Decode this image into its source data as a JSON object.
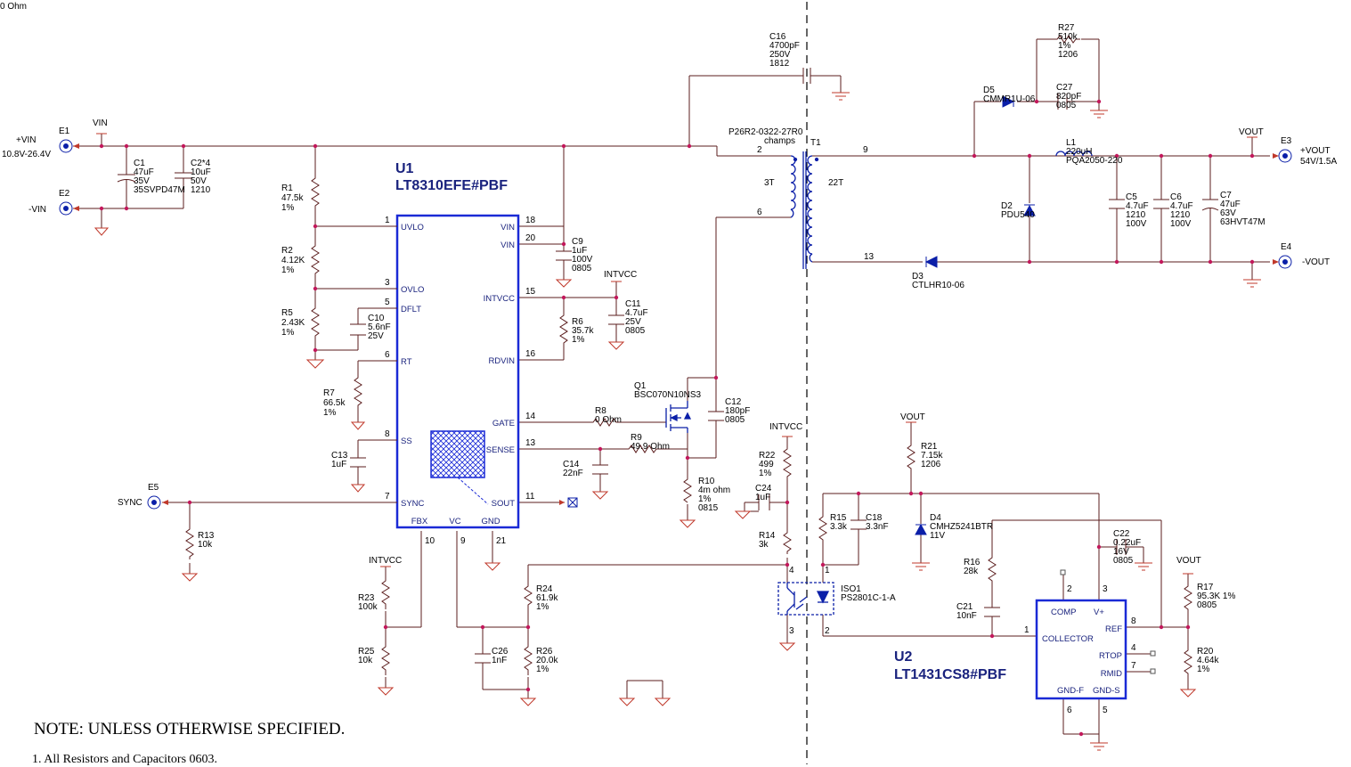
{
  "u1": {
    "ref": "U1",
    "part": "LT8310EFE#PBF",
    "left_pins": [
      {
        "num": "1",
        "name": "UVLO"
      },
      {
        "num": "3",
        "name": "OVLO"
      },
      {
        "num": "5",
        "name": "DFLT"
      },
      {
        "num": "6",
        "name": "RT"
      },
      {
        "num": "8",
        "name": "SS"
      },
      {
        "num": "7",
        "name": "SYNC"
      }
    ],
    "right_pins": [
      {
        "num": "18",
        "name": "VIN"
      },
      {
        "num": "20",
        "name": "VIN"
      },
      {
        "num": "15",
        "name": "INTVCC"
      },
      {
        "num": "16",
        "name": "RDVIN"
      },
      {
        "num": "14",
        "name": "GATE"
      },
      {
        "num": "13",
        "name": "SENSE"
      },
      {
        "num": "11",
        "name": "SOUT"
      }
    ],
    "bottom_pins": [
      {
        "num": "10",
        "name": "FBX"
      },
      {
        "num": "9",
        "name": "VC"
      },
      {
        "num": "21",
        "name": "GND"
      }
    ]
  },
  "u2": {
    "ref": "U2",
    "part": "LT1431CS8#PBF",
    "pins": [
      {
        "num": "2",
        "name": "COMP"
      },
      {
        "num": "3",
        "name": "V+"
      },
      {
        "num": "1",
        "name": "COLLECTOR"
      },
      {
        "num": "8",
        "name": "REF"
      },
      {
        "num": "4",
        "name": "RTOP"
      },
      {
        "num": "7",
        "name": "RMID"
      },
      {
        "num": "6",
        "name": "GND-F"
      },
      {
        "num": "5",
        "name": "GND-S"
      }
    ]
  },
  "terminals": {
    "e1": {
      "ref": "E1",
      "label": "+VIN",
      "sub": "10.8V-26.4V"
    },
    "e2": {
      "ref": "E2",
      "label": "-VIN"
    },
    "e3": {
      "ref": "E3",
      "label": "+VOUT",
      "sub": "54V/1.5A"
    },
    "e4": {
      "ref": "E4",
      "label": "-VOUT"
    },
    "e5": {
      "ref": "E5",
      "label": "SYNC"
    }
  },
  "nets": {
    "vin": "VIN",
    "vout1": "VOUT",
    "vout2": "VOUT",
    "vout3": "VOUT",
    "intvcc1": "INTVCC",
    "intvcc2": "INTVCC",
    "intvcc3": "INTVCC"
  },
  "components": {
    "c1": [
      "C1",
      "47uF",
      "35V",
      "35SVPD47M"
    ],
    "c2": [
      "C2*4",
      "10uF",
      "50V",
      "1210"
    ],
    "r1": [
      "R1",
      "47.5k",
      "1%"
    ],
    "r2": [
      "R2",
      "4.12K",
      "1%"
    ],
    "r5": [
      "R5",
      "2.43K",
      "1%"
    ],
    "c10": [
      "C10",
      "5.6nF",
      "25V"
    ],
    "r7": [
      "R7",
      "66.5k",
      "1%"
    ],
    "c13": [
      "C13",
      "1uF"
    ],
    "r13": [
      "R13",
      "10k"
    ],
    "c9": [
      "C9",
      "1uF",
      "100V",
      "0805"
    ],
    "c11": [
      "C11",
      "4.7uF",
      "25V",
      "0805"
    ],
    "r6": [
      "R6",
      "35.7k",
      "1%"
    ],
    "q1": [
      "Q1",
      "BSC070N10NS3"
    ],
    "r8": [
      "R8",
      "0 Ohm"
    ],
    "r9": [
      "R9",
      "49.9 Ohm"
    ],
    "c12": [
      "C12",
      "180pF",
      "0805"
    ],
    "c14": [
      "C14",
      "22nF"
    ],
    "r10": [
      "R10",
      "4m ohm",
      "1%",
      "0815"
    ],
    "c16": [
      "C16",
      "4700pF",
      "250V",
      "1812"
    ],
    "t1": [
      "T1",
      "P26R2-0322-27R0",
      "champs",
      "3T",
      "22T"
    ],
    "r27": [
      "R27",
      "510k",
      "1%",
      "1206"
    ],
    "d5": [
      "D5",
      "CMMR1U-06"
    ],
    "c27": [
      "C27",
      "820pF",
      "0805"
    ],
    "l1": [
      "L1",
      "220uH",
      "PQA2050-220"
    ],
    "d2": [
      "D2",
      "PDU540"
    ],
    "c5": [
      "C5",
      "4.7uF",
      "1210",
      "100V"
    ],
    "c6": [
      "C6",
      "4.7uF",
      "1210",
      "100V"
    ],
    "c7": [
      "C7",
      "47uF",
      "63V",
      "63HVT47M"
    ],
    "d3": [
      "D3",
      "CTLHR10-06"
    ],
    "r22": [
      "R22",
      "499",
      "1%"
    ],
    "c24": [
      "C24",
      "1uF"
    ],
    "r14": [
      "R14",
      "3k"
    ],
    "iso1": [
      "ISO1",
      "PS2801C-1-A"
    ],
    "r15": [
      "R15",
      "3.3k"
    ],
    "c18": [
      "C18",
      "3.3nF"
    ],
    "r21": [
      "R21",
      "7.15k",
      "1206"
    ],
    "d4": [
      "D4",
      "CMHZ5241BTR",
      "11V"
    ],
    "c22": [
      "C22",
      "0.22uF",
      "16V",
      "0805"
    ],
    "r16": [
      "R16",
      "28k"
    ],
    "c21": [
      "C21",
      "10nF"
    ],
    "r17": [
      "R17",
      "95.3K 1%",
      "0805"
    ],
    "r20": [
      "R20",
      "4.64k",
      "1%"
    ],
    "r23": [
      "R23",
      "100k"
    ],
    "r25": [
      "R25",
      "10k"
    ],
    "r24": [
      "R24",
      "61.9k",
      "1%"
    ],
    "c26": [
      "C26",
      "1nF"
    ],
    "r26": [
      "R26",
      "20.0k",
      "1%"
    ]
  },
  "pin_numbers": {
    "t1_2": "2",
    "t1_6": "6",
    "t1_9": "9",
    "t1_13": "13",
    "iso_4": "4",
    "iso_1": "1",
    "iso_3": "3",
    "iso_2": "2"
  },
  "notes": {
    "title": "NOTE: UNLESS OTHERWISE SPECIFIED.",
    "item1": "1. All Resistors and Capacitors 0603."
  }
}
